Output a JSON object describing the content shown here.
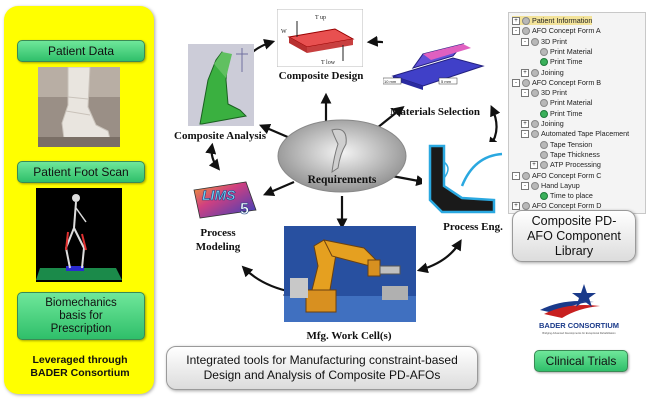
{
  "left_panel": {
    "patient_data": "Patient Data",
    "patient_foot_scan": "Patient Foot Scan",
    "biomechanics": [
      "Biomechanics",
      "basis for",
      "Prescription"
    ],
    "leveraged": [
      "Leveraged through",
      "BADER Consortium"
    ]
  },
  "center": {
    "composite_design": "Composite Design",
    "materials_selection": "Materials Selection",
    "composite_analysis": "Composite Analysis",
    "requirements": "Requirements",
    "process_eng": "Process Eng.",
    "process_modeling": [
      "Process",
      "Modeling"
    ],
    "mfg_work_cell": "Mfg. Work Cell(s)",
    "lims_logo": "LIMS",
    "lims_version": "5",
    "design_labels": {
      "t_up": "T up",
      "t_low": "T low",
      "w": "W"
    },
    "material_labels": [
      "10 mm",
      "5 mm"
    ]
  },
  "bottom_box": [
    "Integrated tools for Manufacturing constraint-based",
    "Design and Analysis of Composite PD-AFOs"
  ],
  "tree": [
    {
      "label": "Patient Information",
      "indent": 0,
      "toggle": "+",
      "dot": "grey",
      "highlight": true
    },
    {
      "label": "AFO Concept Form A",
      "indent": 0,
      "toggle": "-",
      "dot": "grey"
    },
    {
      "label": "3D Print",
      "indent": 1,
      "toggle": "-",
      "dot": "grey"
    },
    {
      "label": "Print Material",
      "indent": 2,
      "toggle": "",
      "dot": "grey"
    },
    {
      "label": "Print Time",
      "indent": 2,
      "toggle": "",
      "dot": "green"
    },
    {
      "label": "Joining",
      "indent": 1,
      "toggle": "+",
      "dot": "grey"
    },
    {
      "label": "AFO Concept Form B",
      "indent": 0,
      "toggle": "-",
      "dot": "grey"
    },
    {
      "label": "3D Print",
      "indent": 1,
      "toggle": "-",
      "dot": "grey"
    },
    {
      "label": "Print Material",
      "indent": 2,
      "toggle": "",
      "dot": "grey"
    },
    {
      "label": "Print Time",
      "indent": 2,
      "toggle": "",
      "dot": "green"
    },
    {
      "label": "Joining",
      "indent": 1,
      "toggle": "+",
      "dot": "grey"
    },
    {
      "label": "Automated Tape Placement",
      "indent": 1,
      "toggle": "-",
      "dot": "grey"
    },
    {
      "label": "Tape Tension",
      "indent": 2,
      "toggle": "",
      "dot": "grey"
    },
    {
      "label": "Tape Thickness",
      "indent": 2,
      "toggle": "",
      "dot": "grey"
    },
    {
      "label": "ATP Processing",
      "indent": 2,
      "toggle": "+",
      "dot": "grey"
    },
    {
      "label": "AFO Concept Form C",
      "indent": 0,
      "toggle": "-",
      "dot": "grey"
    },
    {
      "label": "Hand Layup",
      "indent": 1,
      "toggle": "-",
      "dot": "grey"
    },
    {
      "label": "Time to place",
      "indent": 2,
      "toggle": "",
      "dot": "green"
    },
    {
      "label": "AFO Concept Form D",
      "indent": 0,
      "toggle": "+",
      "dot": "grey"
    }
  ],
  "component_library": [
    "Composite PD-",
    "AFO Component",
    "Library"
  ],
  "bader_logo": {
    "name": "BADER CONSORTIUM",
    "tagline": "Bridging Advanced Developments for Exceptional Rehabilitation"
  },
  "clinical_trials": "Clinical Trials",
  "colors": {
    "yellow": "#ffff00",
    "green": "#3fcf78",
    "robot": "#e5a020",
    "orthosis": "#2aa8e0"
  }
}
